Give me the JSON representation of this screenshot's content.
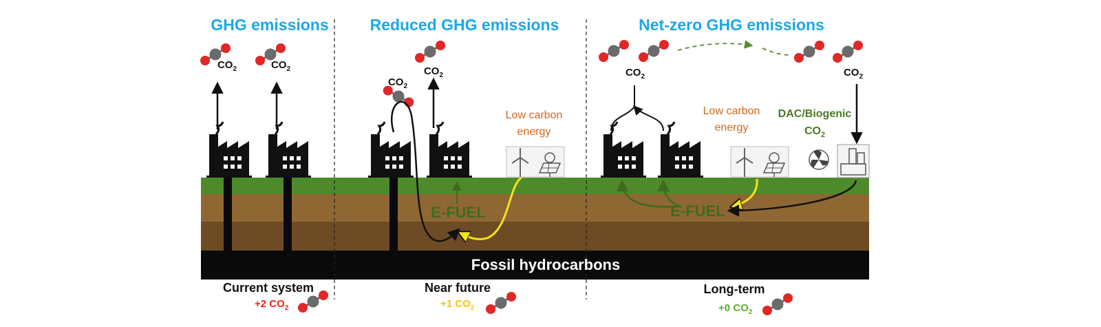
{
  "titles": {
    "current": "GHG emissions",
    "near": "Reduced GHG emissions",
    "long": "Net-zero GHG emissions"
  },
  "co2_label": "CO2",
  "co2_main": "CO",
  "co2_sub": "2",
  "energy_line1": "Low carbon",
  "energy_line2": "energy",
  "dac_line1": "DAC/Biogenic",
  "dac_line2": "CO",
  "efuel": "E-FUEL",
  "fossil": "Fossil hydrocarbons",
  "stages": {
    "current": "Current system",
    "near": "Near future",
    "long": "Long-term"
  },
  "net": {
    "current": "+2",
    "near": "+1",
    "long": "+0"
  },
  "colors": {
    "title": "#1aa8e6",
    "plus2": "#e8261b",
    "plus1": "#f5c400",
    "plus0": "#5cae2e",
    "grass": "#4e8a2a",
    "soil_top": "#8f6733",
    "soil_bottom": "#6d4b24",
    "fossil": "#0a0a0a",
    "efuel": "#3f6b1c",
    "yellow_arrow": "#f3e41a"
  }
}
